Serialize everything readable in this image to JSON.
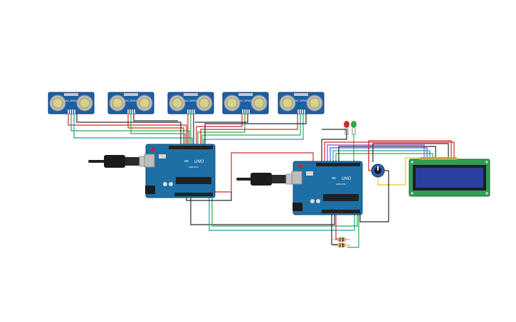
{
  "sensors": [
    {
      "model": "HC-SR04"
    },
    {
      "model": "HC-SR04"
    },
    {
      "model": "HC-SR04"
    },
    {
      "model": "HC-SR04"
    },
    {
      "model": "HC-SR04"
    }
  ],
  "boards": [
    {
      "name": "UNO",
      "maker": "ARDUINO"
    },
    {
      "name": "UNO",
      "maker": "ARDUINO"
    }
  ],
  "lcd": {
    "type": "16x2 LCD"
  },
  "leds": [
    {
      "color": "red"
    },
    {
      "color": "green"
    }
  ],
  "colors": {
    "board": "#1d6fa5",
    "sensor_pcb": "#1d5fa3",
    "lcd_pcb": "#2f9e55",
    "lcd_screen": "#2a3f9e",
    "wire_red": "#d12a2a",
    "wire_black": "#2b2b2b",
    "wire_green": "#2eaa4a",
    "wire_teal": "#1aa0a5",
    "wire_blue": "#3f66d8",
    "wire_purple": "#8a4ec9",
    "wire_yellow": "#e8c81c"
  }
}
